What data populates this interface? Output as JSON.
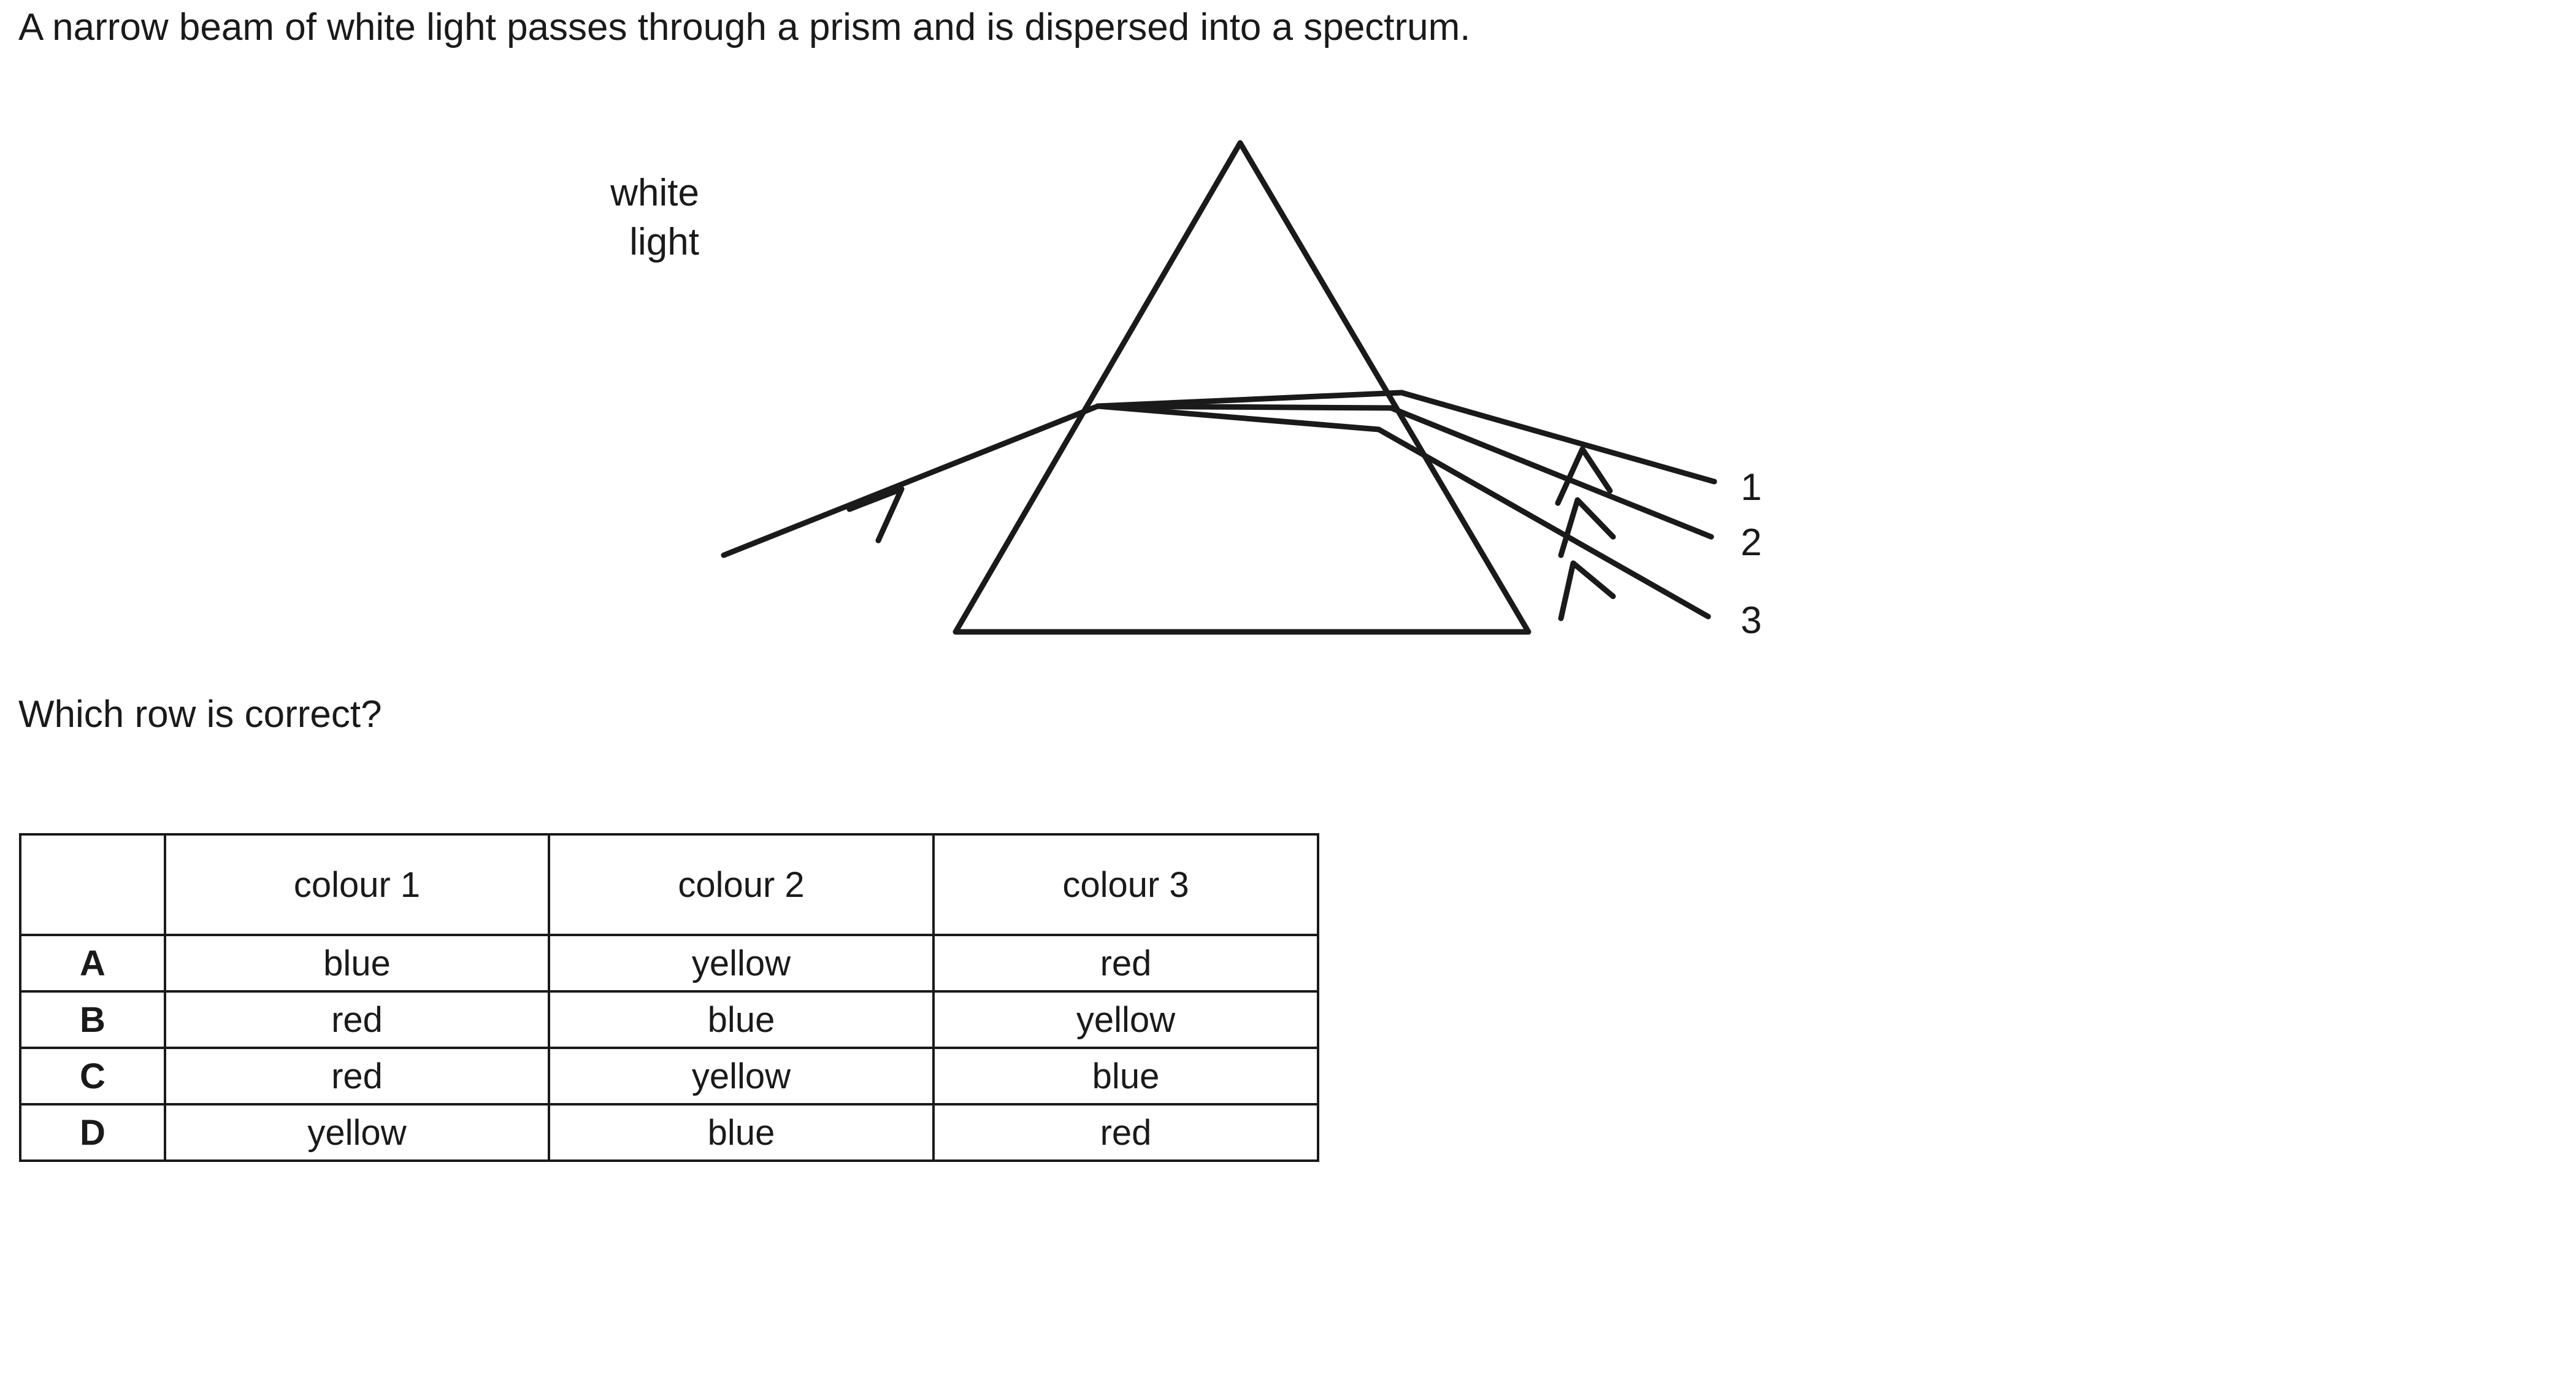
{
  "stem": {
    "text": "A narrow beam of white light passes through a prism and is dispersed into a spectrum."
  },
  "diagram": {
    "incident_label_line1": "white",
    "incident_label_line2": "light",
    "emergent_ray_labels": [
      "1",
      "2",
      "3"
    ],
    "line_color": "#1a1a1a"
  },
  "question": {
    "text": "Which row is correct?"
  },
  "table": {
    "headers": [
      "",
      "colour 1",
      "colour 2",
      "colour 3"
    ],
    "rows": [
      {
        "letter": "A",
        "colour1": "blue",
        "colour2": "yellow",
        "colour3": "red"
      },
      {
        "letter": "B",
        "colour1": "red",
        "colour2": "blue",
        "colour3": "yellow"
      },
      {
        "letter": "C",
        "colour1": "red",
        "colour2": "yellow",
        "colour3": "blue"
      },
      {
        "letter": "D",
        "colour1": "yellow",
        "colour2": "blue",
        "colour3": "red"
      }
    ]
  }
}
